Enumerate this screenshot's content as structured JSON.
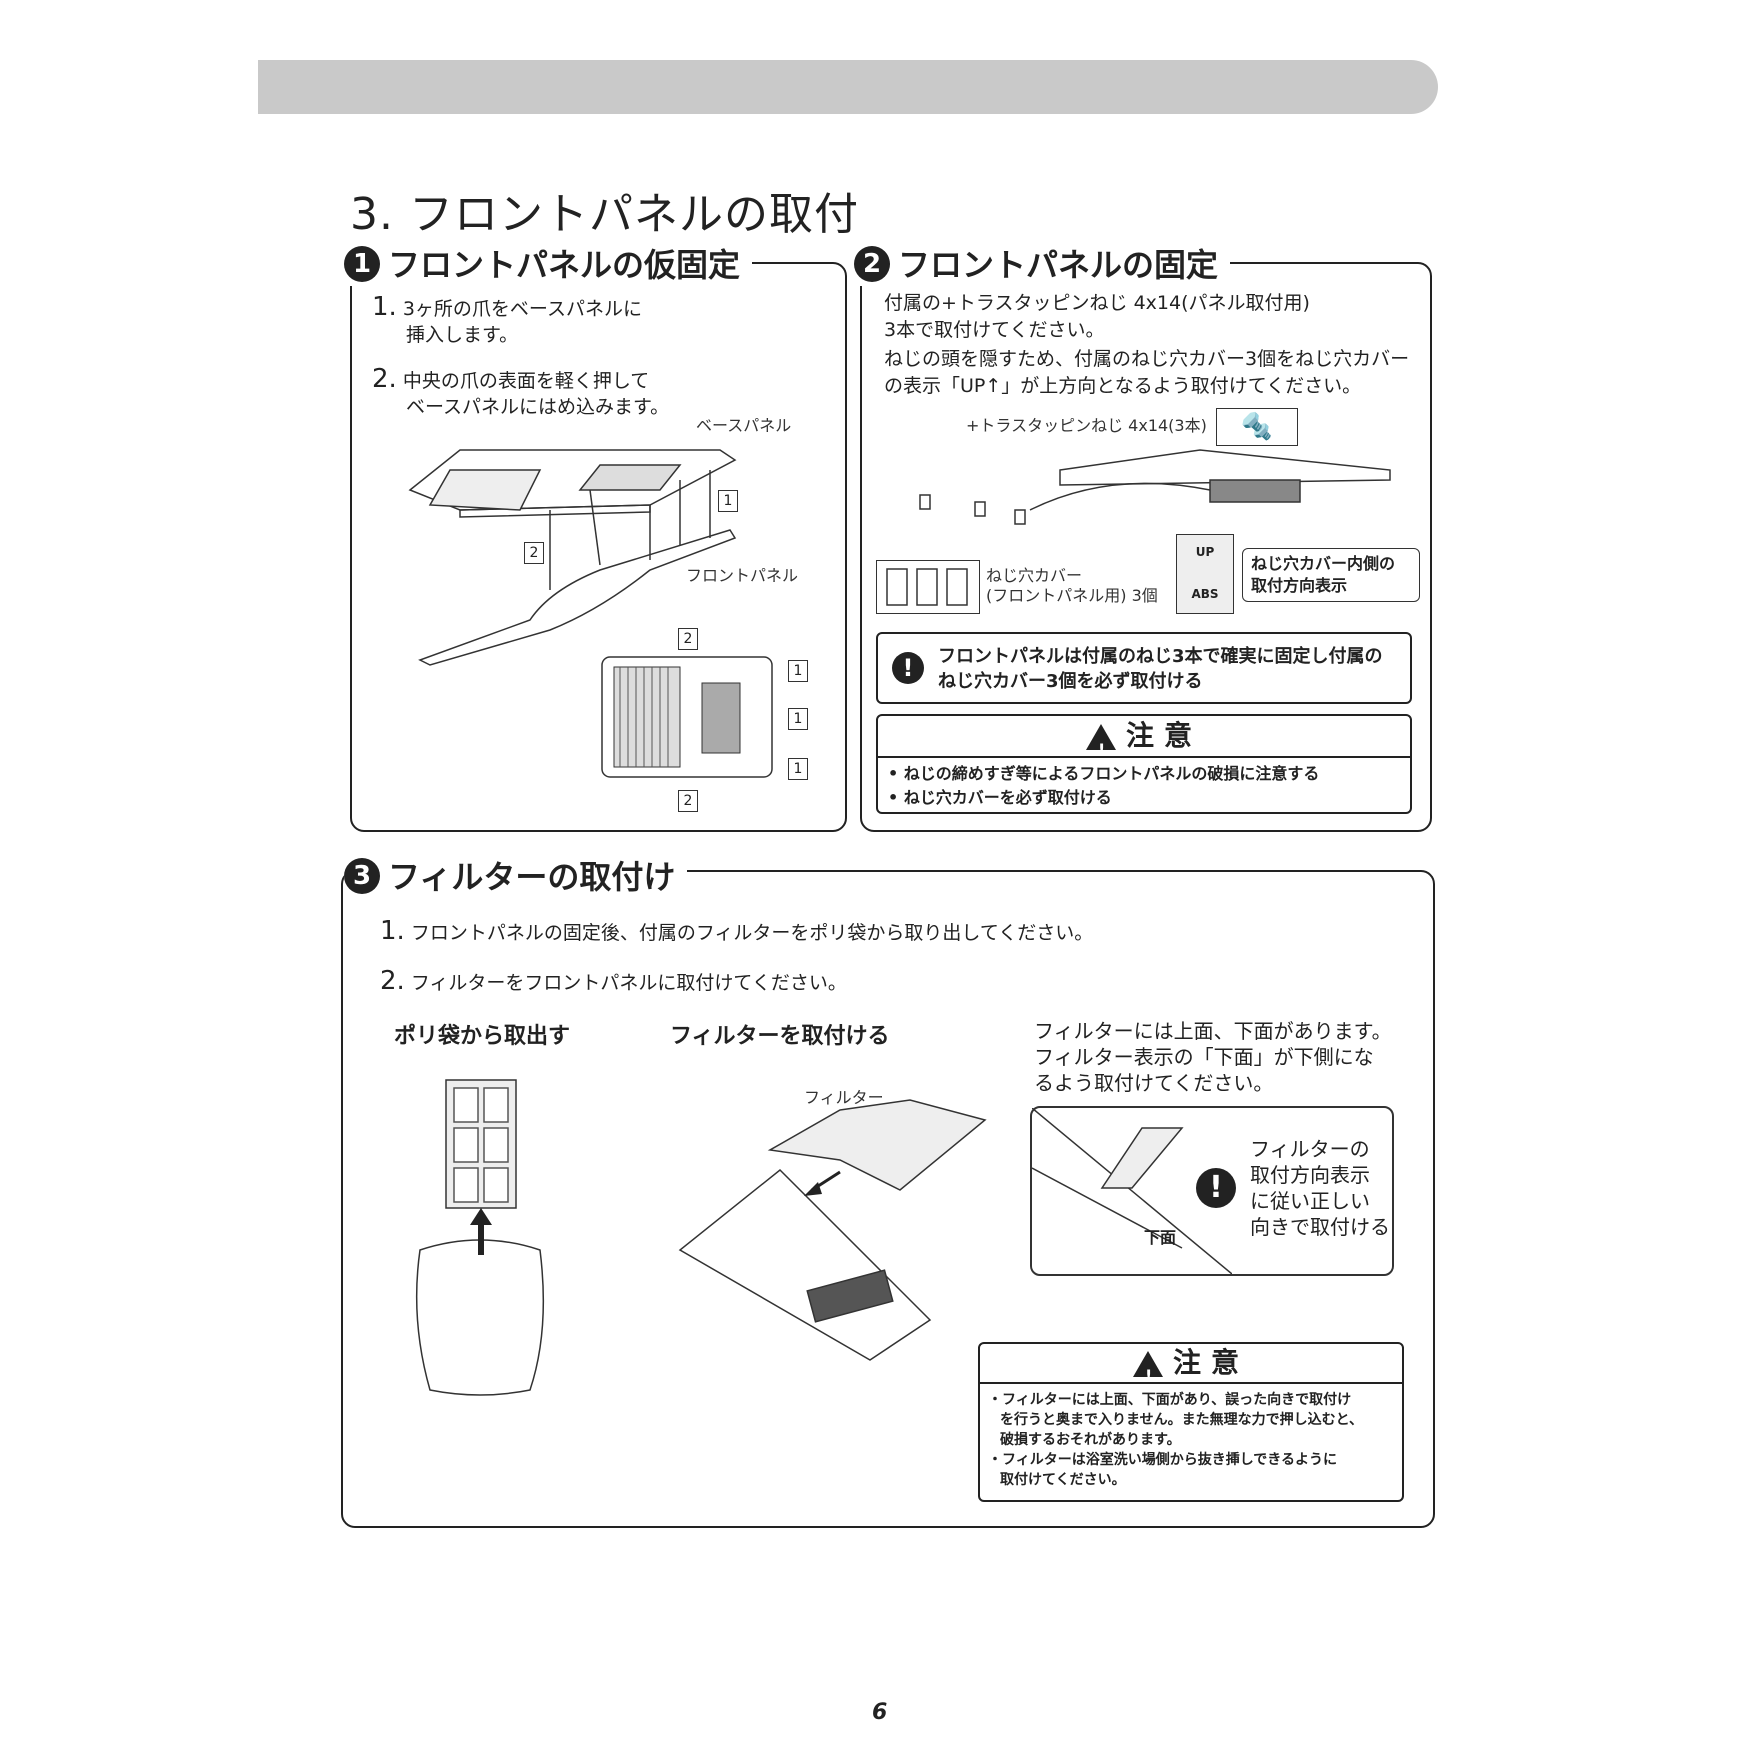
{
  "main_title": "3. フロントパネルの取付",
  "sec1": {
    "num": "1",
    "title": "フロントパネルの仮固定",
    "step1_num": "1.",
    "step1_line1": "3ヶ所の爪をベースパネルに",
    "step1_line2": "挿入します。",
    "step2_num": "2.",
    "step2_line1": "中央の爪の表面を軽く押して",
    "step2_line2": "ベースパネルにはめ込みます。",
    "label_base": "ベースパネル",
    "label_front": "フロントパネル",
    "mark1": "1",
    "mark2": "2"
  },
  "sec2": {
    "num": "2",
    "title": "フロントパネルの固定",
    "text1": "付属の+トラスタッピンねじ 4x14(パネル取付用)",
    "text2": "3本で取付けてください。",
    "text3": "ねじの頭を隠すため、付属のねじ穴カバー3個をねじ穴カバー",
    "text4": "の表示「UP↑」が上方向となるよう取付けてください。",
    "label_screw": "+トラスタッピンねじ 4x14(3本)",
    "label_cover1": "ねじ穴カバー",
    "label_cover2": "(フロントパネル用) 3個",
    "label_dir1": "ねじ穴カバー内側の",
    "label_dir2": "取付方向表示",
    "label_abs": "ABS",
    "label_up": "UP",
    "notice1": "フロントパネルは付属のねじ3本で確実に固定し付属の",
    "notice2": "ねじ穴カバー3個を必ず取付ける",
    "caution_title": "注意",
    "caution1": "• ねじの締めすぎ等によるフロントパネルの破損に注意する",
    "caution2": "• ねじ穴カバーを必ず取付ける"
  },
  "sec3": {
    "num": "3",
    "title": "フィルターの取付け",
    "step1_num": "1.",
    "step1": "フロントパネルの固定後、付属のフィルターをポリ袋から取り出してください。",
    "step2_num": "2.",
    "step2": "フィルターをフロントパネルに取付けてください。",
    "head_a": "ポリ袋から取出す",
    "head_b": "フィルターを取付ける",
    "label_filter": "フィルター",
    "note1": "フィルターには上面、下面があります。",
    "note2": "フィルター表示の「下面」が下側にな",
    "note3": "るよう取付けてください。",
    "detail1": "フィルターの",
    "detail2": "取付方向表示",
    "detail3": "に従い正しい",
    "detail4": "向きで取付ける",
    "detail_mark": "下面",
    "caution_title": "注意",
    "caution1": "・フィルターには上面、下面があり、誤った向きで取付け",
    "caution2": "を行うと奥まで入りません。また無理な力で押し込むと、",
    "caution3": "破損するおそれがあります。",
    "caution4": "・フィルターは浴室洗い場側から抜き挿しできるように",
    "caution5": "取付けてください。"
  },
  "page_number": "6"
}
